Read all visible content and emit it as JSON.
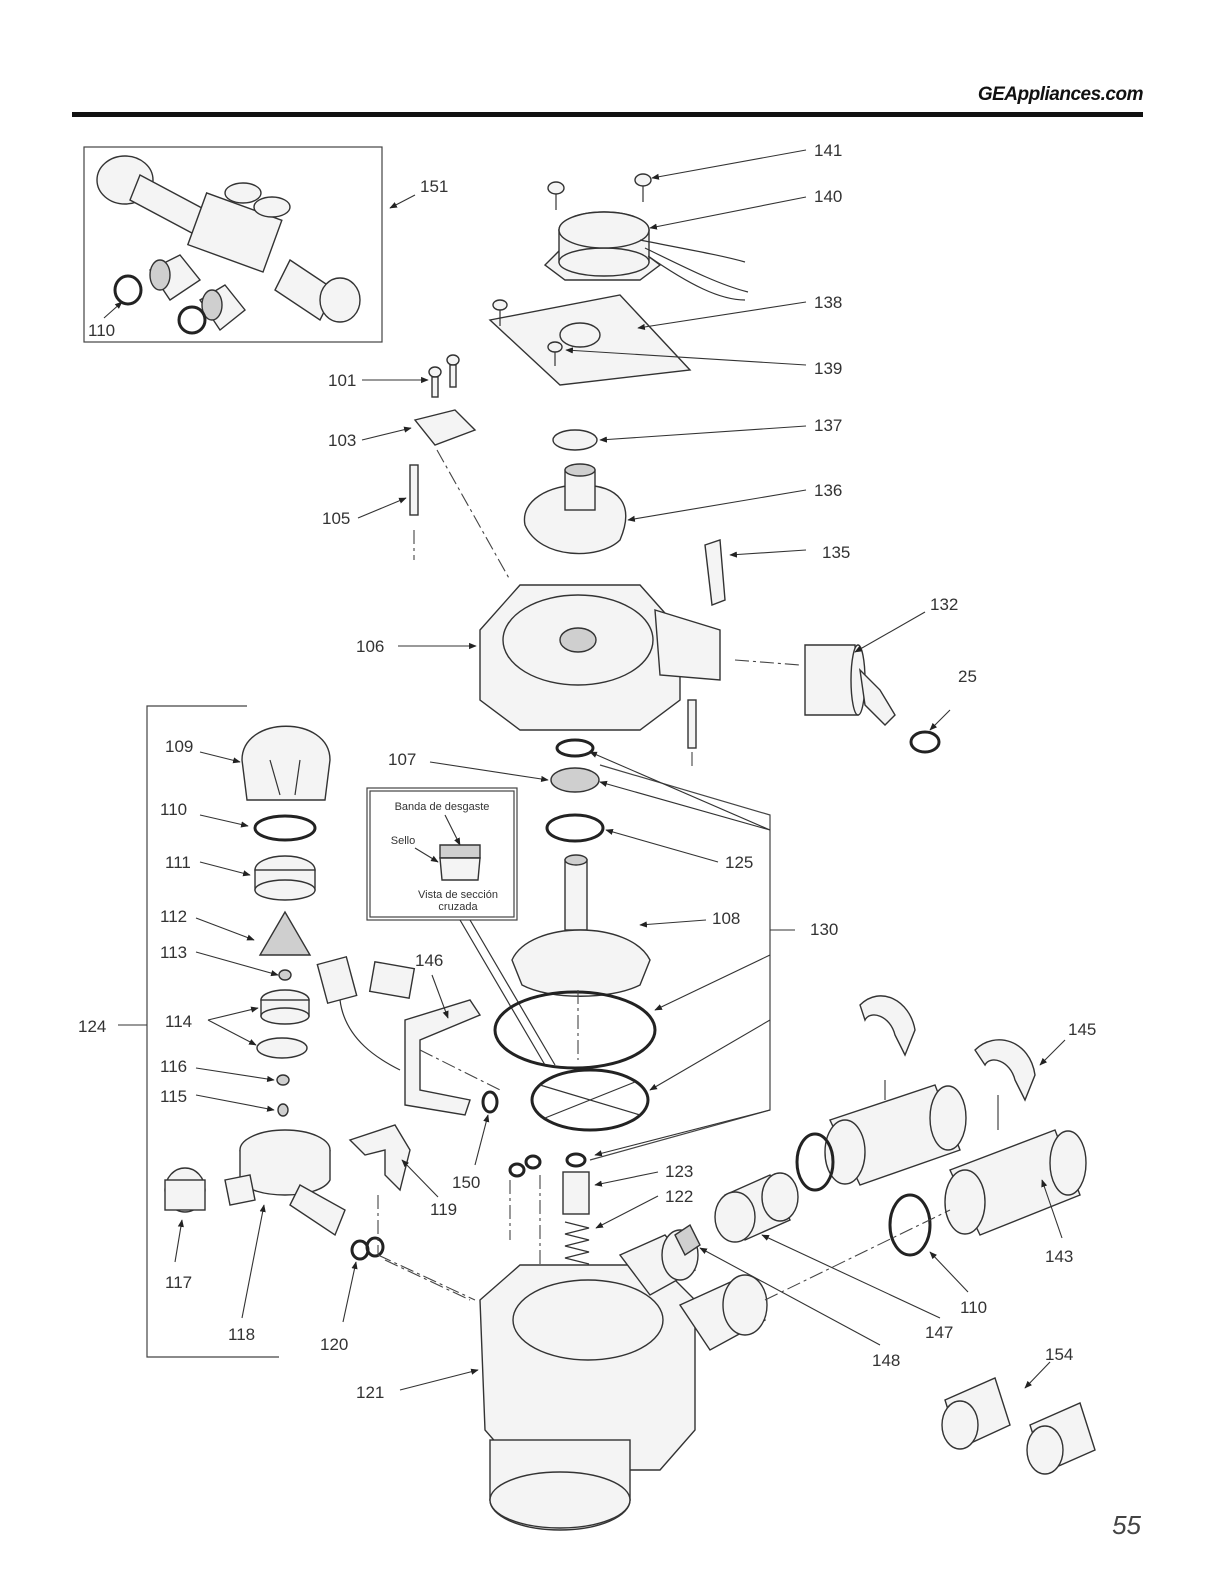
{
  "header": {
    "site": "GEAppliances.com"
  },
  "page_number": "55",
  "inset": {
    "title": "Banda de desgaste",
    "seal": "Sello",
    "caption_line1": "Vista de sección",
    "caption_line2": "cruzada"
  },
  "callouts": {
    "c141": "141",
    "c140": "140",
    "c151": "151",
    "c110a": "110",
    "c138": "138",
    "c139": "139",
    "c101": "101",
    "c103": "103",
    "c137": "137",
    "c136": "136",
    "c105": "105",
    "c135": "135",
    "c132": "132",
    "c106": "106",
    "c25": "25",
    "c109": "109",
    "c107": "107",
    "c110b": "110",
    "c125": "125",
    "c111": "111",
    "c112": "112",
    "c108": "108",
    "c130": "130",
    "c113": "113",
    "c146": "146",
    "c114": "114",
    "c145": "145",
    "c124": "124",
    "c116": "116",
    "c115": "115",
    "c123": "123",
    "c150": "150",
    "c122": "122",
    "c119": "119",
    "c143": "143",
    "c117": "117",
    "c110c": "110",
    "c147": "147",
    "c118": "118",
    "c120": "120",
    "c148": "148",
    "c154": "154",
    "c121": "121"
  }
}
